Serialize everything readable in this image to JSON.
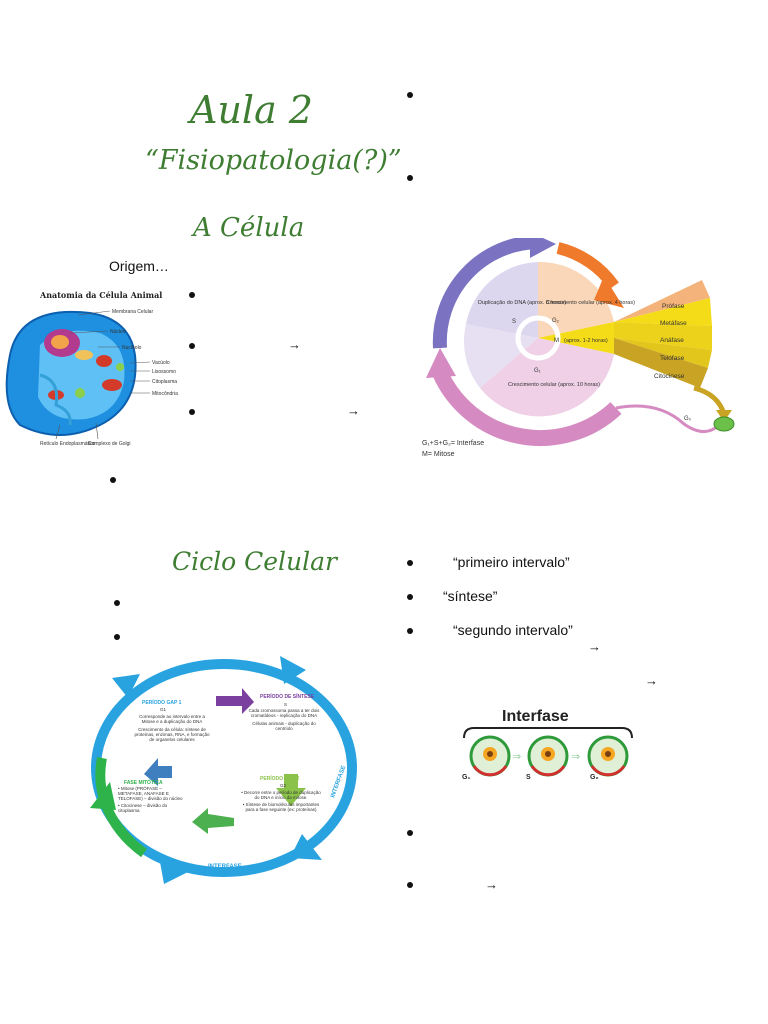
{
  "left_top": {
    "title": "Aula 2",
    "subtitle": "“Fisiopatologia(?)”",
    "section": "A Célula",
    "origem": "Origem…",
    "cell_image": {
      "title": "Anatomia da Célula Animal",
      "labels": [
        "Membrana Celular",
        "Núcleo",
        "Nucléolo",
        "Vacúolo",
        "Lisossomo",
        "Citoplasma",
        "Mitocôndria",
        "Retículo Endoplasmático",
        "Complexo de Golgi"
      ]
    }
  },
  "right_top": {
    "cycle_image": {
      "s": "Duplicação do DNA (aprox. 8 horas)",
      "s_label": "S",
      "g2": "Crescimento celular (aprox. 4 horas)",
      "g2_label": "G₂",
      "m_label": "M",
      "m": "(aprox. 1-2 horas)",
      "g1": "Crescimento celular (aprox. 10 horas)",
      "g1_label": "G₁",
      "g0_label": "G₀",
      "phases": [
        "Prófase",
        "Metáfase",
        "Anáfase",
        "Telófase",
        "Citocinese"
      ],
      "legend1": "G₁+S+G₂= Interfase",
      "legend2": "M= Mitose"
    }
  },
  "left_bottom": {
    "section": "Ciclo Celular",
    "cycle_image": {
      "interfase": "INTERFASE",
      "gap1_title": "PERÍODO GAP 1",
      "gap1_sub": "G1",
      "gap1_text1": "Corresponde ao intervalo entre a Mitose e a duplicação do DNA",
      "gap1_text2": "Crescimento da célula: síntese de proteínas, enzimas, RNA, e formação de organelos celulares",
      "sintese_title": "PERÍODO DE SÍNTESE",
      "sintese_sub": "S",
      "sintese_text1": "Cada cromossoma passa a ter dois cromatídeos - replicação do DNA",
      "sintese_text2": "Células animais - duplicação do centríolo",
      "gap2_title": "PERÍODO GAP 2",
      "gap2_sub": "G2",
      "gap2_text1": "• Decorre entre o período de duplicação do DNA e início da mitose.",
      "gap2_text2": "• Síntese de biomoléculas importantes para a fase seguinte (ex: proteínas)",
      "mitotica_title": "FASE MITÓTICA",
      "mitotica_text1": "• Mitose (PRÓFASE – METAFASE, ANAFASE E TELOFASE) – divisão do núcleo",
      "mitotica_text2": "• Citocinese – divisão do citoplasma"
    }
  },
  "right_bottom": {
    "items": [
      "“primeiro  intervalo”",
      "“síntese”",
      "“segundo  intervalo”"
    ],
    "interfase_image": {
      "title": "Interfase",
      "labels": [
        "G₁",
        "S",
        "G₂"
      ]
    }
  },
  "colors": {
    "title_green": "#3e7d32",
    "cycle_purple": "#7b72c2",
    "cycle_orange": "#f07a2c",
    "cycle_pink": "#d58bc1",
    "cycle_yellow": "#f5dc18",
    "cycle_blue": "#29a3e0",
    "cycle_green": "#2db34a"
  }
}
